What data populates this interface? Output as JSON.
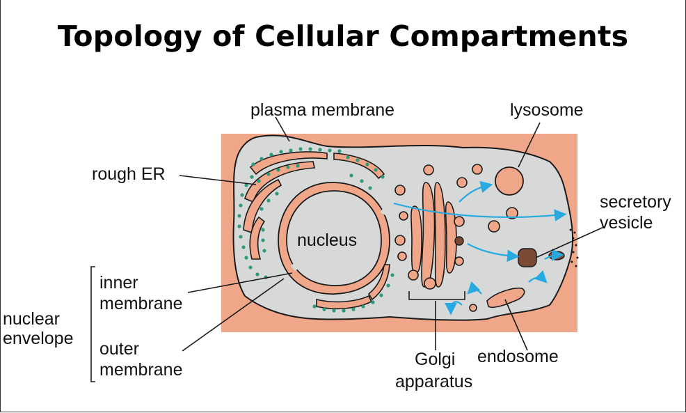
{
  "title": "Topology of Cellular Compartments",
  "labels": {
    "plasma_membrane": "plasma membrane",
    "lysosome": "lysosome",
    "rough_er": "rough ER",
    "secretory_line1": "secretory",
    "secretory_line2": "vesicle",
    "nucleus": "nucleus",
    "inner_line1": "inner",
    "inner_line2": "membrane",
    "nuclear_line1": "nuclear",
    "nuclear_line2": "envelope",
    "outer_line1": "outer",
    "outer_line2": "membrane",
    "golgi_line1": "Golgi",
    "golgi_line2": "apparatus",
    "endosome": "endosome"
  },
  "colors": {
    "background_panel": "#F0A688",
    "cytosol": "#D6D9D8",
    "organelle": "#F0A688",
    "ribosome": "#2E9A7A",
    "arrow": "#27A9E1",
    "vesicle_dark": "#7A4A35"
  }
}
